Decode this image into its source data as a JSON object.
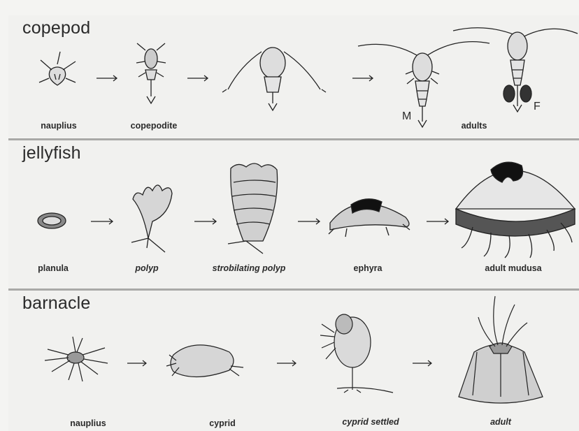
{
  "panels": [
    {
      "title": "copepod",
      "stages": [
        "nauplius",
        "copepodite",
        "adults"
      ],
      "sex_labels": [
        "M",
        "F"
      ]
    },
    {
      "title": "jellyfish",
      "stages": [
        "planula",
        "polyp",
        "strobilating polyp",
        "ephyra",
        "adult mudusa"
      ]
    },
    {
      "title": "barnacle",
      "stages": [
        "nauplius",
        "cyprid",
        "cyprid settled",
        "adult"
      ]
    }
  ],
  "colors": {
    "background": "#f1f1ef",
    "divider": "#a9a9a7",
    "ink": "#222222"
  }
}
